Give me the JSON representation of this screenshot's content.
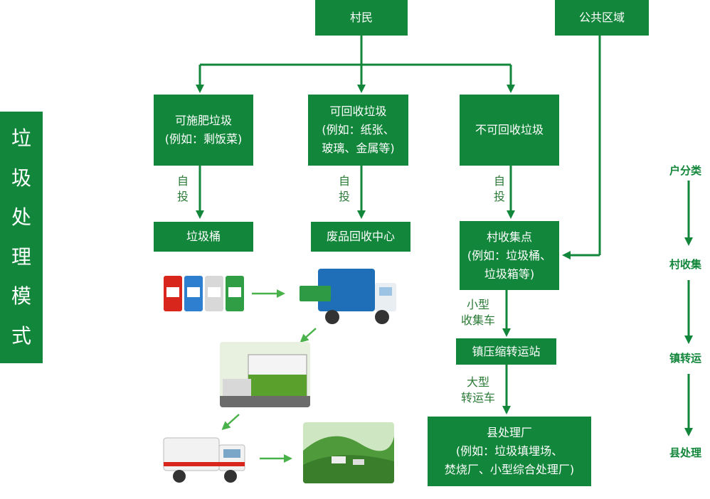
{
  "title_chars": [
    "垃",
    "圾",
    "处",
    "理",
    "模",
    "式"
  ],
  "nodes": {
    "villagers": "村民",
    "public_area": "公共区域",
    "compostable": [
      "可施肥垃圾",
      "(例如：剩饭菜)"
    ],
    "recyclable": [
      "可回收垃圾",
      "(例如：纸张、",
      "玻璃、金属等)"
    ],
    "non_recyclable": "不可回收垃圾",
    "bin": "垃圾桶",
    "recycle_center": "废品回收中心",
    "collection_point": [
      "村收集点",
      "(例如：垃圾桶、",
      "垃圾箱等)"
    ],
    "transfer_station": "镇压缩转运站",
    "county_facility": [
      "县处理厂",
      "(例如：垃圾填埋场、",
      "焚烧厂、小型综合处理厂)"
    ]
  },
  "edge_labels": {
    "self_deliver": [
      "自",
      "投"
    ],
    "small_truck": [
      "小型",
      "收集车"
    ],
    "large_truck": [
      "大型",
      "转运车"
    ]
  },
  "steps": [
    "户分类",
    "村收集",
    "镇转运",
    "县处理"
  ],
  "colors": {
    "green": "#12863a",
    "arrow": "#4ab24a"
  },
  "images": [
    "sorting-bins",
    "compactor-truck",
    "transfer-station-building",
    "garbage-truck",
    "landfill-aerial"
  ]
}
